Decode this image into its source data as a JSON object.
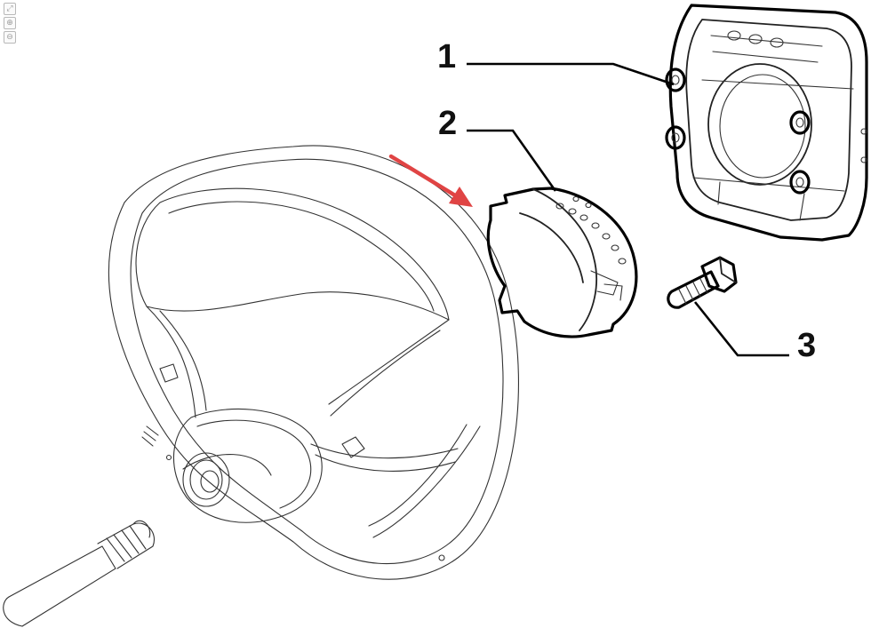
{
  "toolbar": {
    "icons": [
      "fit-page-icon",
      "zoom-in-icon",
      "zoom-out-icon"
    ],
    "glyphs": [
      "⤢",
      "⊕",
      "⊖"
    ]
  },
  "callouts": [
    {
      "id": "1",
      "label": "1"
    },
    {
      "id": "2",
      "label": "2"
    },
    {
      "id": "3",
      "label": "3"
    }
  ],
  "colors": {
    "line": "#000000",
    "arrow": "#e04444",
    "background": "#ffffff"
  }
}
